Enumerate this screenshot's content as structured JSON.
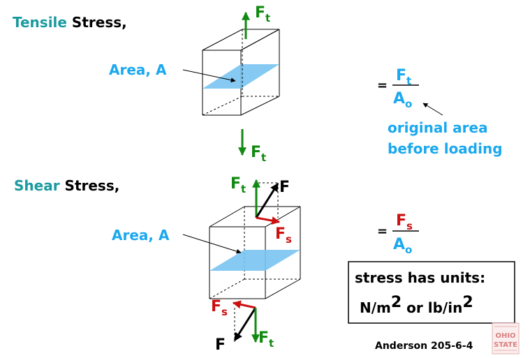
{
  "colors": {
    "teal": "#1a9aa0",
    "blue": "#1aa8ee",
    "green": "#128a12",
    "red": "#cc1010",
    "black": "#000000",
    "plane": "#79c4f2",
    "logo": "#d98080"
  },
  "tensile": {
    "title_word": "Tensile",
    "title_rest": " Stress,",
    "area_label": "Area, A",
    "force_symbol": "F",
    "force_sub": "t",
    "numerator": "F",
    "numerator_sub": "t",
    "denominator": "A",
    "denominator_sub": "o",
    "equals": "=",
    "note_line1": "original area",
    "note_line2": "before loading"
  },
  "shear": {
    "title_word": "Shear",
    "title_rest": " Stress,",
    "area_label": "Area, A",
    "force_ft": "F",
    "force_ft_sub": "t",
    "force_f": "F",
    "force_fs": "F",
    "force_fs_sub": "s",
    "numerator": "F",
    "numerator_sub": "s",
    "denominator": "A",
    "denominator_sub": "o",
    "equals": "="
  },
  "units_box": {
    "line1": "stress has units:",
    "line2_a": "N/m",
    "line2_a_sup": "2",
    "line2_mid": " or  lb/in",
    "line2_b_sup": "2"
  },
  "credit": "Anderson 205-6-4",
  "logo": {
    "line1": "OHIO",
    "line2": "STATE"
  }
}
